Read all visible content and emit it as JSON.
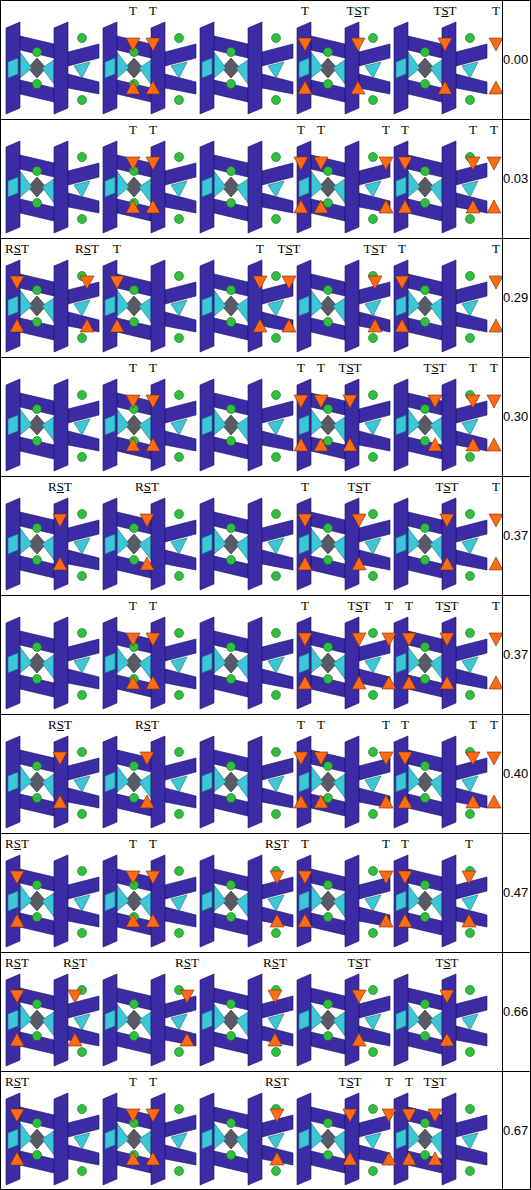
{
  "diagram": {
    "labels": [
      "T",
      "T",
      "T",
      "TST",
      "TST",
      "T",
      "0.00",
      "T",
      "T",
      "T",
      "T",
      "T",
      "T",
      "T",
      "T",
      "0.03",
      "RST",
      "RST",
      "T",
      "T",
      "TST",
      "TST",
      "T",
      "T",
      "0.29",
      "T",
      "T",
      "T",
      "T",
      "TST",
      "TST",
      "T",
      "T",
      "0.30",
      "RST",
      "RST",
      "T",
      "TST",
      "TST",
      "T",
      "0.37",
      "T",
      "T",
      "T",
      "TST",
      "T",
      "T",
      "TST",
      "T",
      "0.37",
      "RST",
      "RST",
      "T",
      "T",
      "T",
      "T",
      "T",
      "T",
      "0.40",
      "RST",
      "T",
      "T",
      "RST",
      "T",
      "T",
      "T",
      "T",
      "0.47",
      "RST",
      "RST",
      "RST",
      "RST",
      "TST",
      "TST",
      "0.66",
      "RST",
      "T",
      "T",
      "RST",
      "TST",
      "T",
      "T",
      "TST",
      "0.67"
    ]
  }
}
